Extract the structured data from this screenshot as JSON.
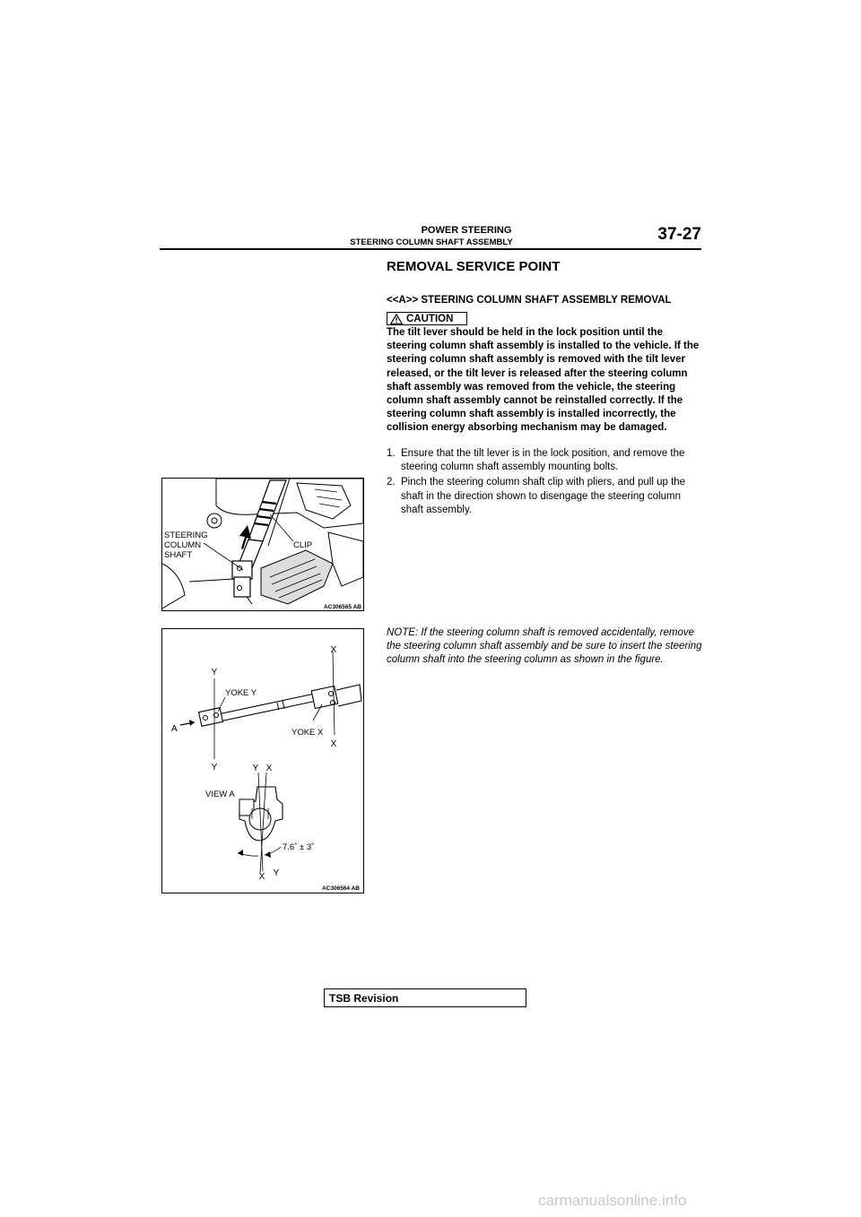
{
  "header": {
    "chapter": "POWER STEERING",
    "section": "STEERING COLUMN SHAFT ASSEMBLY",
    "page_number": "37-27"
  },
  "content": {
    "section_title": "REMOVAL SERVICE POINT",
    "procedure_title": "<<A>> STEERING COLUMN SHAFT ASSEMBLY REMOVAL",
    "caution_label": "CAUTION",
    "caution_text": "The tilt lever should be held in the lock position until the steering column shaft assembly is installed to the vehicle. If the steering column shaft assembly is removed with the tilt lever released, or the tilt lever is released after the steering column shaft assembly was removed from the vehicle, the steering column shaft assembly cannot be reinstalled correctly. If the steering column shaft assembly is installed incorrectly, the collision energy absorbing mechanism may be damaged.",
    "steps": [
      {
        "num": "1.",
        "text": "Ensure that the tilt lever is in the lock position, and remove the steering column shaft assembly mounting bolts."
      },
      {
        "num": "2.",
        "text": "Pinch the steering column shaft clip with pliers, and pull up the shaft in the direction shown to disengage the steering column shaft assembly."
      }
    ],
    "note": "NOTE: If the steering column shaft is removed accidentally, remove the steering column shaft assembly and be sure to insert the steering column shaft into the steering column as shown in the figure."
  },
  "figure1": {
    "label_shaft_line1": "STEERING",
    "label_shaft_line2": "COLUMN",
    "label_shaft_line3": "SHAFT",
    "label_clip": "CLIP",
    "code": "AC306565 AB"
  },
  "figure2": {
    "label_x_top": "X",
    "label_y_top": "Y",
    "label_yoke_y": "YOKE Y",
    "label_a": "A",
    "label_yoke_x": "YOKE X",
    "label_x_bottom": "X",
    "label_y_bottom": "Y",
    "label_view_y": "Y",
    "label_view_x": "X",
    "label_view_a": "VIEW A",
    "label_angle": "7.6˚ ± 3˚",
    "label_view_x_bottom": "X",
    "label_view_y_bottom": "Y",
    "code": "AC306564 AB"
  },
  "footer": {
    "tsb_label": "TSB Revision",
    "watermark": "carmanualsonline.info"
  }
}
